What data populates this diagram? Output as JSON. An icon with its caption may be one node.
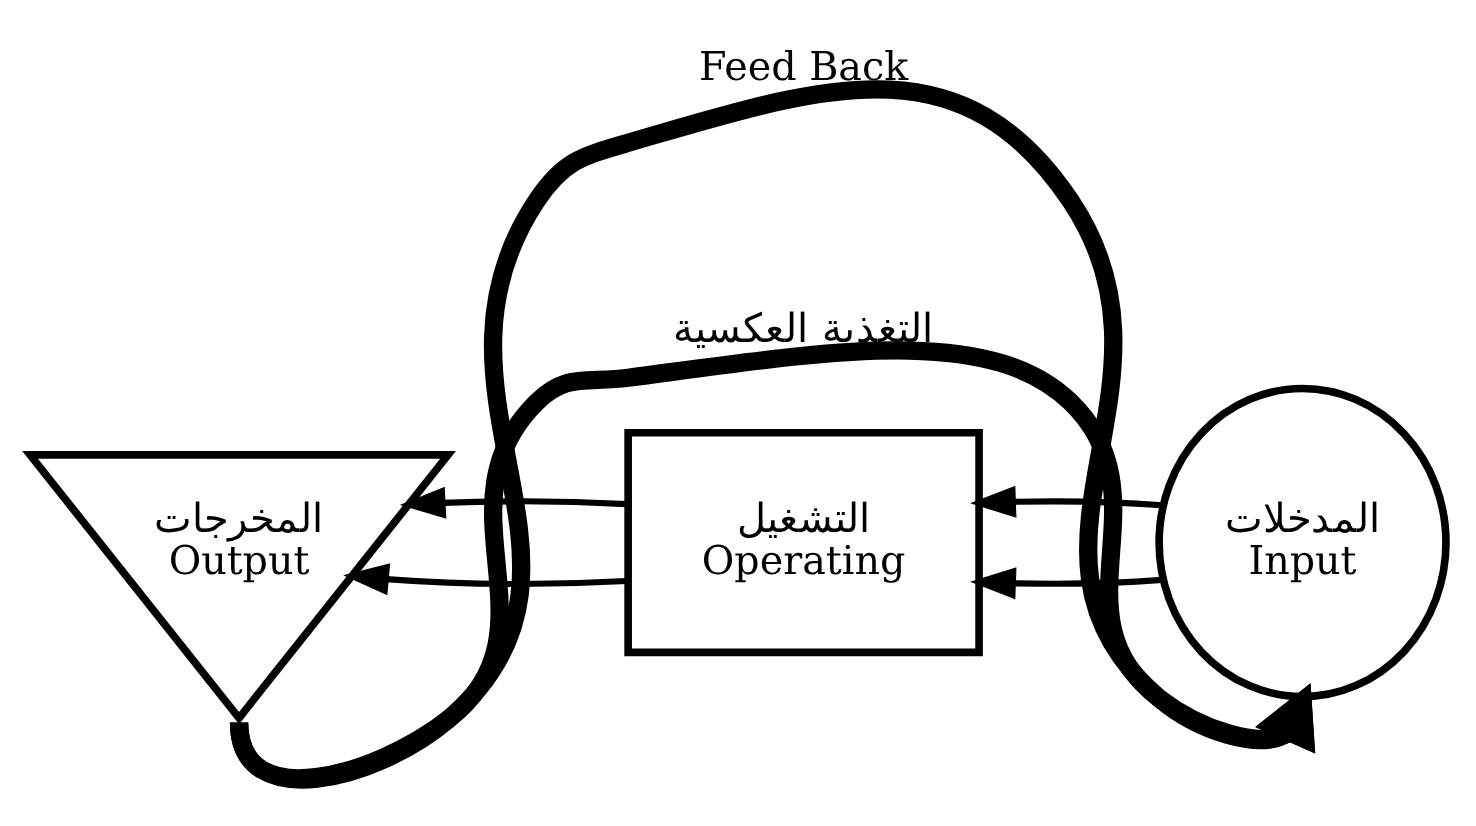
{
  "diagram": {
    "nodes": [
      {
        "text": [
          "المخرجات",
          "Output"
        ]
      },
      {
        "text": [
          "التشغيل",
          "Operating"
        ]
      },
      {
        "text": [
          "المدخلات",
          "Input"
        ]
      }
    ],
    "edges": [
      {
        "from": 2,
        "to": 1,
        "arrow": "to"
      },
      {
        "from": 2,
        "to": 1,
        "arrow": "to"
      },
      {
        "from": 1,
        "to": 0,
        "arrow": "to"
      },
      {
        "from": 1,
        "to": 0,
        "arrow": "to"
      },
      {
        "from": 0,
        "to": 2,
        "arrow": "to",
        "style": "thick",
        "label": "Feed Back"
      },
      {
        "from": 0,
        "to": 2,
        "arrow": "to",
        "style": "thick",
        "label": "التغذية العكسية"
      }
    ]
  }
}
